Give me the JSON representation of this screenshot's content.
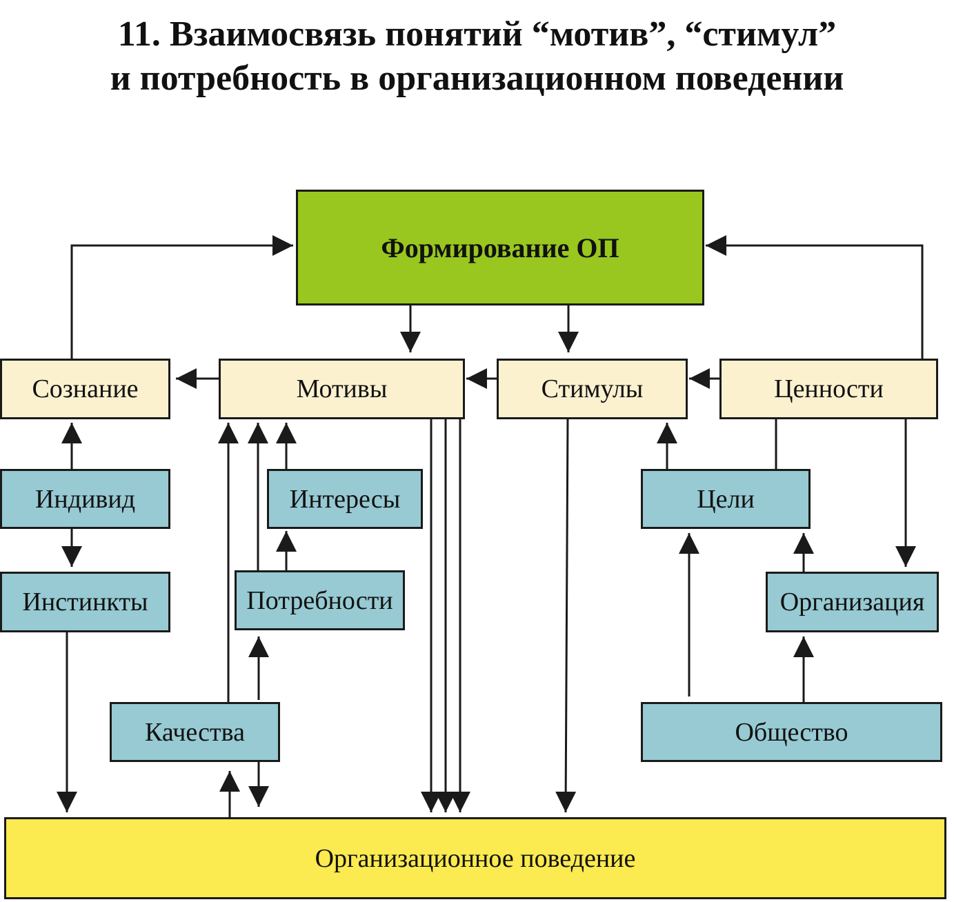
{
  "title": {
    "line1": "11. Взаимосвязь понятий “мотив”, “стимул”",
    "line2": "и потребность в организационном поведении"
  },
  "nodes": {
    "formirovanie": "Формирование ОП",
    "soznanie": "Сознание",
    "motivy": "Мотивы",
    "stimuly": "Стимулы",
    "tsennosti": "Ценности",
    "individ": "Индивид",
    "interesy": "Интересы",
    "tseli": "Цели",
    "instinkty": "Инстинкты",
    "potrebnosti": "Потребности",
    "organizatsiya": "Организация",
    "kachestva": "Качества",
    "obshchestvo": "Общество",
    "org_povedenie": "Организационное поведение"
  },
  "colors": {
    "green": "#99c71f",
    "cream": "#fcf1cf",
    "teal": "#97cad3",
    "yellow": "#fbea50",
    "line": "#1a1a1a"
  }
}
